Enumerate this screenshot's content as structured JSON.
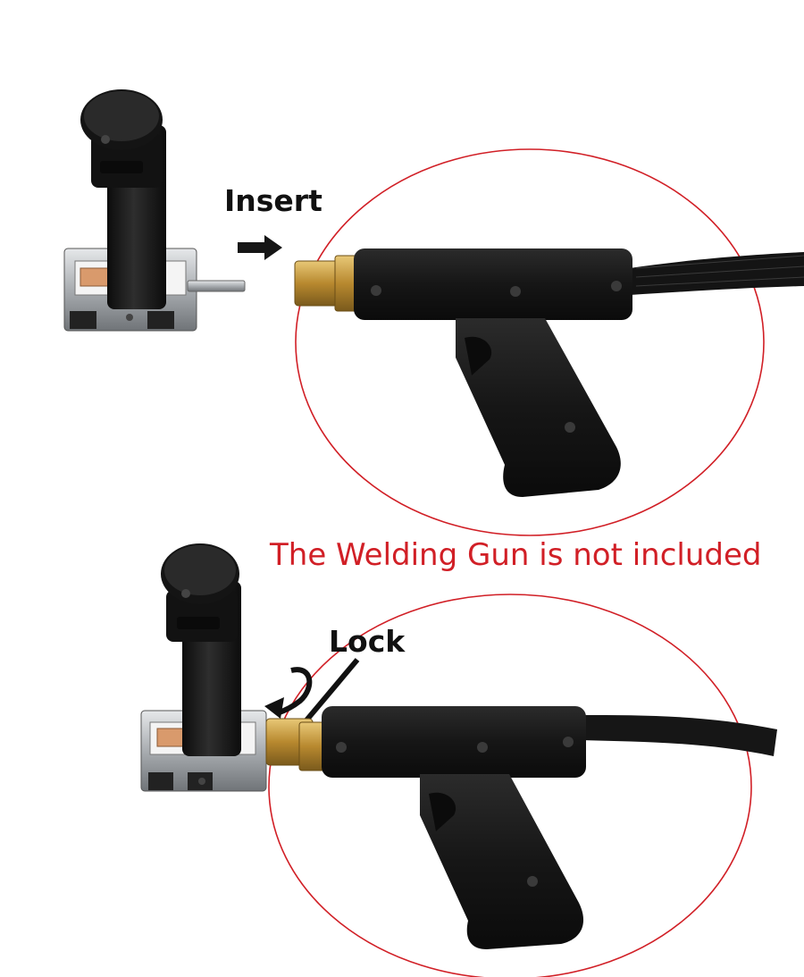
{
  "labels": {
    "insert": "Insert",
    "lock": "Lock",
    "notice": "The Welding Gun is not included"
  },
  "colors": {
    "notice": "#d11f26",
    "ellipse": "#d11f26",
    "gun": "#1a1a1a",
    "brass": "#c9a24a",
    "steel": "#b9bcbf",
    "copper": "#d99a6c"
  },
  "icons": {
    "insert_arrow": "right-arrow-icon",
    "lock_rotation": "rotate-arrow-icon",
    "lock_pointer": "pointer-line"
  }
}
